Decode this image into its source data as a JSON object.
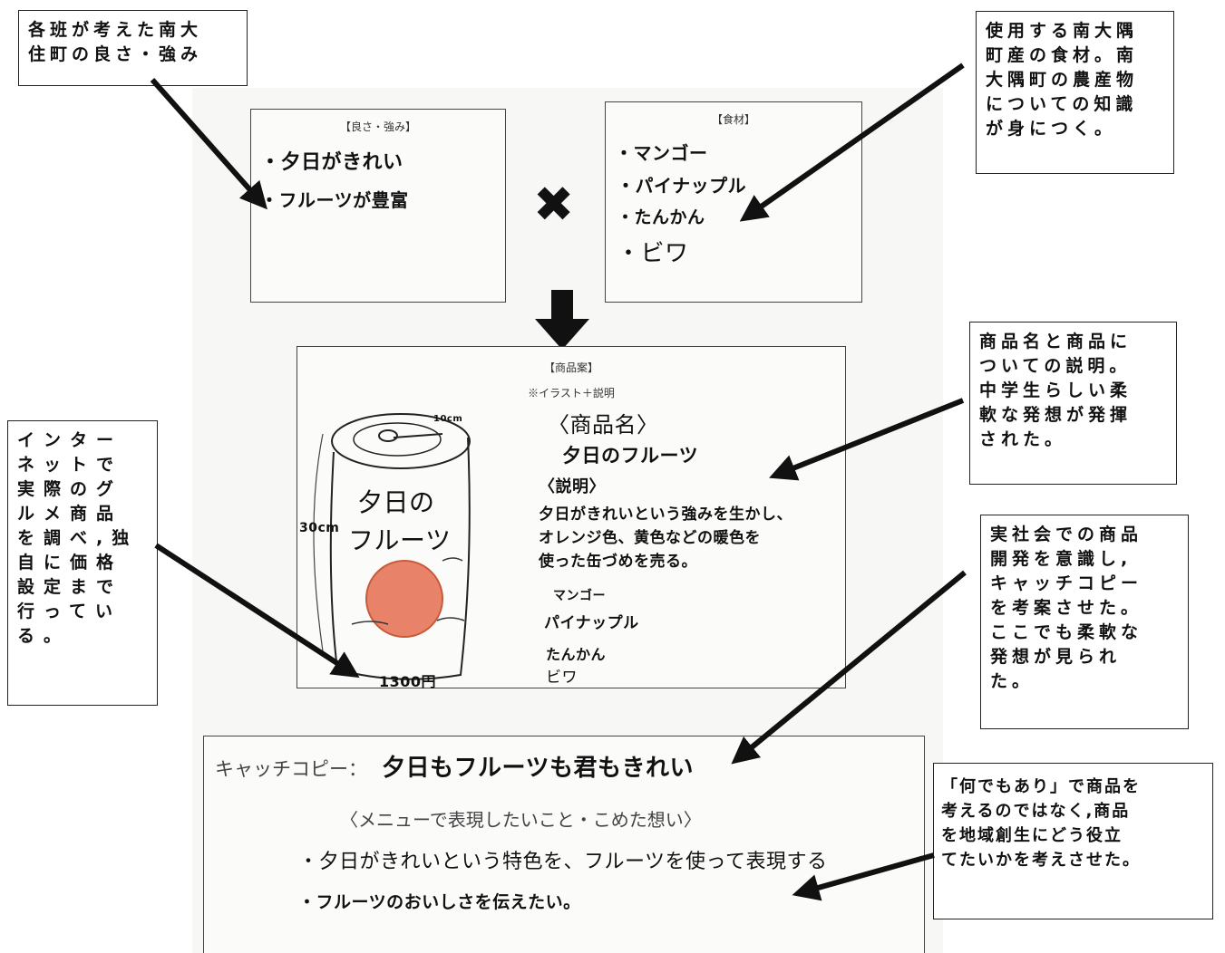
{
  "callouts": {
    "top_left": "各班が考えた南大\n住町の良さ・強み",
    "top_right": "使用する南大隅\n町産の食材。南\n大隅町の農産物\nについての知識\nが身につく。",
    "mid_right": "商品名と商品に\nついての説明。\n中学生らしい柔\n軟な発想が発揮\nされた。",
    "left": "インター\nネットで\n実際のグ\nルメ商品\nを調べ,独\n自に価格\n設定まで\n行ってい\nる。",
    "right_lower": "実社会での商品\n開発を意識し,\nキャッチコピー\nを考案させた。\nここでも柔軟な\n発想が見られ\nた。",
    "bottom_right": "「何でもあり」で商品を\n考えるのではなく,商品\nを地域創生にどう役立\nてたいかを考えさせた。"
  },
  "strengths": {
    "header": "【良さ・強み】",
    "items": [
      "・夕日がきれい",
      "・フルーツが豊富"
    ]
  },
  "ingredients": {
    "header": "【食材】",
    "items": [
      "・マンゴー",
      "・パイナップル",
      "・たんかん",
      "・ビワ"
    ]
  },
  "cross_symbol": "✖",
  "proposal": {
    "header": "【商品案】",
    "subheader": "※イラスト＋説明",
    "name_heading": "〈商品名〉",
    "name": "夕日のフルーツ",
    "desc_heading": "〈説明〉",
    "desc_lines": [
      "夕日がきれいという強みを生かし、",
      "オレンジ色、黄色などの暖色を",
      "使った缶づめを売る。"
    ],
    "fruits": [
      "マンゴー",
      "パイナップル",
      "たんかん",
      "ビワ"
    ],
    "can_label_1": "夕日の",
    "can_label_2": "フルーツ",
    "dim_height": "30cm",
    "dim_diameter": "10cm",
    "price": "1300円"
  },
  "catch": {
    "label": "キャッチコピー：",
    "text": "夕日もフルーツも君もきれい",
    "menu_heading": "〈メニューで表現したいこと・こめた想い〉",
    "line1": "・夕日がきれいという特色を、フルーツを使って表現する",
    "line2": "・フルーツのおいしさを伝えたい。"
  }
}
